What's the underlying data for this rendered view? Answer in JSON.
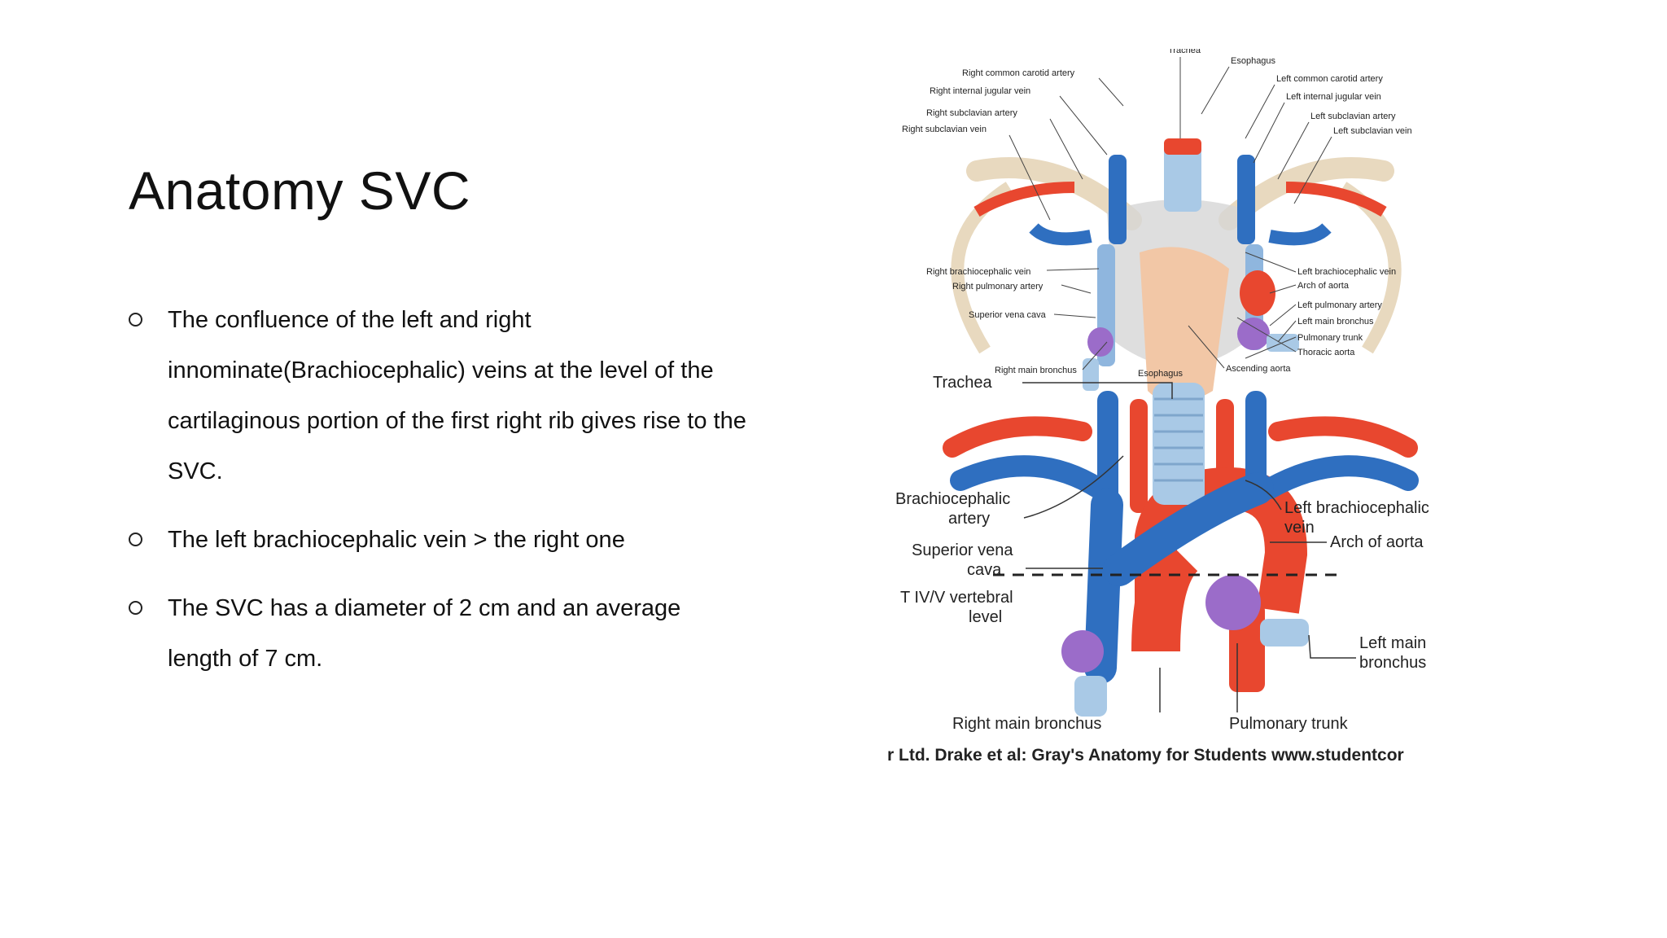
{
  "slide": {
    "title": "Anatomy SVC",
    "bullets": [
      "The confluence of the left and right innominate(Brachiocephalic) veins at the level of the cartilaginous portion of the first right rib gives rise to the SVC.",
      "The left brachiocephalic vein > the right one",
      "The SVC has a diameter of 2 cm and an average length of 7 cm."
    ]
  },
  "figure_top": {
    "labels_left": [
      "Right common carotid artery",
      "Right internal jugular vein",
      "Right subclavian artery",
      "Right subclavian vein",
      "Right brachiocephalic vein",
      "Right pulmonary artery",
      "Superior vena cava",
      "Right main bronchus"
    ],
    "labels_center": [
      "Trachea",
      "Esophagus",
      "Esophagus"
    ],
    "labels_right": [
      "Left common carotid artery",
      "Left internal jugular vein",
      "Left subclavian artery",
      "Left subclavian vein",
      "Left brachiocephalic vein",
      "Arch of aorta",
      "Left pulmonary artery",
      "Left main bronchus",
      "Pulmonary trunk",
      "Thoracic aorta",
      "Ascending aorta"
    ]
  },
  "figure_bottom": {
    "trachea": "Trachea",
    "brachiocephalic_artery": [
      "Brachiocephalic",
      "artery"
    ],
    "svc": [
      "Superior vena",
      "cava"
    ],
    "vertebral_level": [
      "T IV/V vertebral",
      "level"
    ],
    "left_brachiocephalic_vein": [
      "Left brachiocephalic",
      "vein"
    ],
    "arch_of_aorta": "Arch of aorta",
    "left_main_bronchus": [
      "Left main",
      "bronchus"
    ],
    "right_main_bronchus": "Right main bronchus",
    "pulmonary_trunk": "Pulmonary trunk"
  },
  "credit": "r Ltd. Drake et al: Gray's Anatomy for Students www.studentcor",
  "colors": {
    "vein": "#2f6fc0",
    "artery": "#e8472f",
    "pulmonary": "#9b6cc9",
    "trachea": "#a9c9e6"
  }
}
